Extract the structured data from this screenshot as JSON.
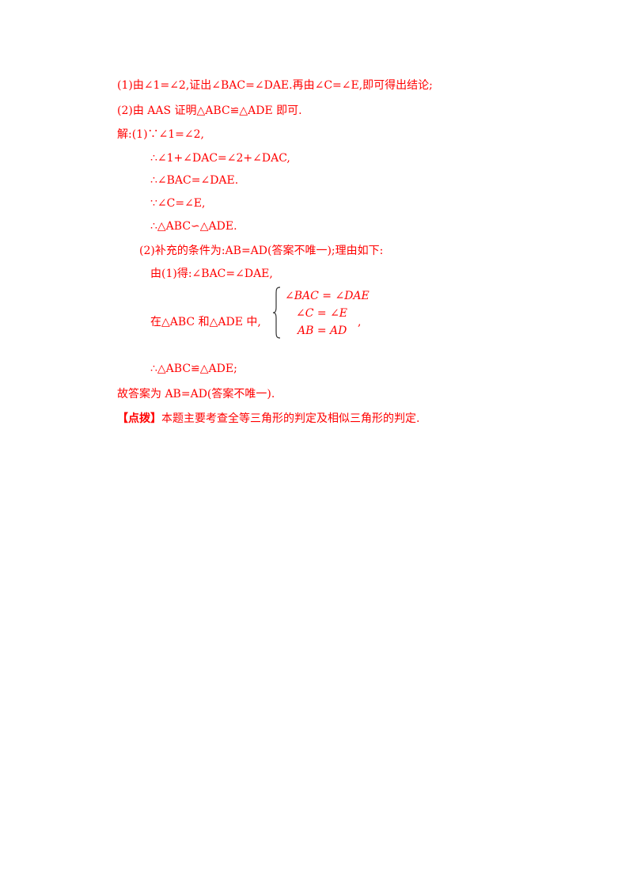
{
  "analysis": {
    "line1": "(1)由∠1=∠2,证出∠BAC=∠DAE.再由∠C=∠E,即可得出结论;",
    "line2": "(2)由 AAS 证明△ABC≌△ADE 即可."
  },
  "solution": {
    "intro": "解:(1)∵∠1=∠2,",
    "step1": "∴∠1+∠DAC=∠2+∠DAC,",
    "step2": "∴∠BAC=∠DAE.",
    "step3": "∵∠C=∠E,",
    "step4": "∴△ABC∽△ADE.",
    "part2_heading": "(2)补充的条件为:AB=AD(答案不唯一);理由如下:",
    "part2_from": "由(1)得:∠BAC=∠DAE,",
    "part2_in": "在△ABC 和△ADE 中,",
    "system": {
      "row1": "∠BAC = ∠DAE",
      "row2": "∠C = ∠E",
      "row3": "AB = AD",
      "trailing": ","
    },
    "part2_conclusion": "∴△ABC≌△ADE;",
    "answer": "故答案为 AB=AD(答案不唯一)."
  },
  "comment": {
    "tag": "【点拨】",
    "text": "本题主要考查全等三角形的判定及相似三角形的判定."
  },
  "colors": {
    "text": "#ff0000"
  }
}
